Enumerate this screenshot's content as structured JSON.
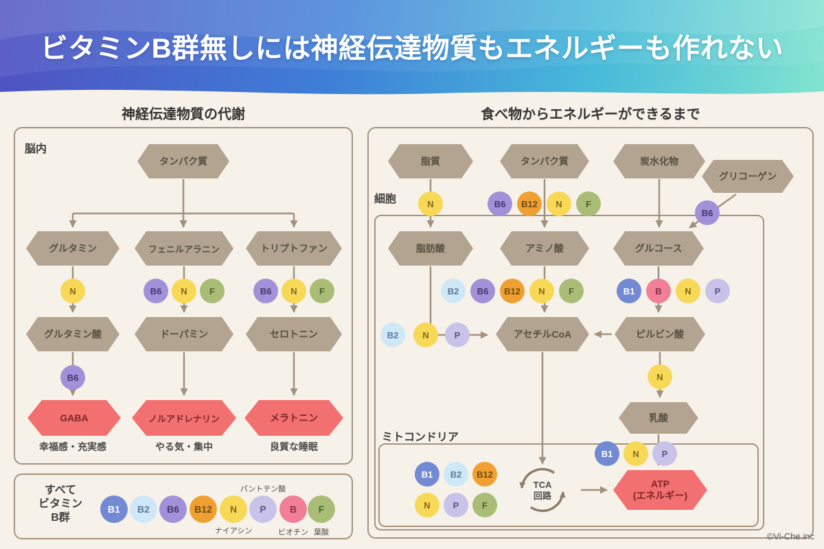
{
  "header": {
    "title": "ビタミンB群無しには神経伝達物質もエネルギーも作れない"
  },
  "sections": {
    "left_title": "神経伝達物質の代謝",
    "right_title": "食べ物からエネルギーができるまで"
  },
  "vitamins": {
    "b1": "B1",
    "b2": "B2",
    "b6": "B6",
    "b12": "B12",
    "n": "N",
    "p": "P",
    "b": "B",
    "f": "F"
  },
  "brain": {
    "region_label": "脳内",
    "source": "タンパク質",
    "pathways": {
      "glutamine": "グルタミン",
      "glutamate": "グルタミン酸",
      "gaba": "GABA",
      "gaba_caption": "幸福感・充実感",
      "phenylalanine": "フェニルアラニン",
      "dopamine": "ドーパミン",
      "noradrenaline": "ノルアドレナリン",
      "noradrenaline_caption": "やる気・集中",
      "tryptophan": "トリプトファン",
      "serotonin": "セロトニン",
      "melatonin": "メラトニン",
      "melatonin_caption": "良質な睡眠"
    }
  },
  "legend": {
    "label_lines": [
      "すべて",
      "ビタミン",
      "B群"
    ],
    "pantothenic_acid": "パントテン酸",
    "niacin": "ナイアシン",
    "biotin": "ビオチン",
    "folic_acid": "葉酸"
  },
  "energy": {
    "cell_label": "細胞",
    "mitochondria_label": "ミトコンドリア",
    "lipid": "脂質",
    "protein": "タンパク質",
    "carbohydrate": "炭水化物",
    "glycogen": "グリコーゲン",
    "fatty_acid": "脂肪酸",
    "amino_acid": "アミノ酸",
    "glucose": "グルコース",
    "acetyl_coa": "アセチルCoA",
    "pyruvate": "ピルビン酸",
    "lactate": "乳酸",
    "tca_lines": [
      "TCA",
      "回路"
    ],
    "atp_lines": [
      "ATP",
      "(エネルギー)"
    ]
  },
  "footer": {
    "credit": "©Vi-Che.inc"
  },
  "colors": {
    "header_gradient_start": "#5052c2",
    "header_gradient_end": "#82e4cf",
    "background": "#f7f2e9",
    "node_fill": "#b3a492",
    "highlight_fill": "#f37070",
    "arrow": "#a2917e",
    "b1": "#7289d3",
    "b2": "#cfe8f8",
    "b6": "#a291d8",
    "b12": "#f0a032",
    "n": "#f8d857",
    "p": "#c9c3ea",
    "b": "#f07f97",
    "f": "#a9bd77"
  }
}
